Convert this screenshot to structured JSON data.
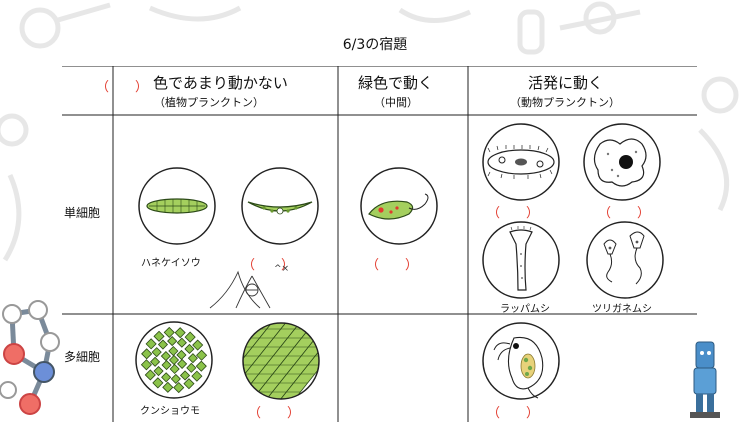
{
  "page": {
    "title": "6/3の宿題"
  },
  "columns": [
    {
      "label": "色であまり動かない",
      "sub": "（植物プランクトン）"
    },
    {
      "label": "緑色で動く",
      "sub": "（中間）"
    },
    {
      "label": "活発に動く",
      "sub": "（動物プランクトン）"
    }
  ],
  "rows": [
    {
      "label": "単細胞"
    },
    {
      "label": "多細胞"
    }
  ],
  "blank": "（　　）",
  "organisms": {
    "hanekeisou": "ハネケイソウ",
    "rappamushi": "ラッパムシ",
    "tsuriganemushi": "ツリガネムシ",
    "kunshoumo": "クンショウモ"
  },
  "sketch_note": "^×",
  "colors": {
    "accent": "#e23b2e",
    "plant_green": "#8bc34a",
    "line": "#222222"
  }
}
